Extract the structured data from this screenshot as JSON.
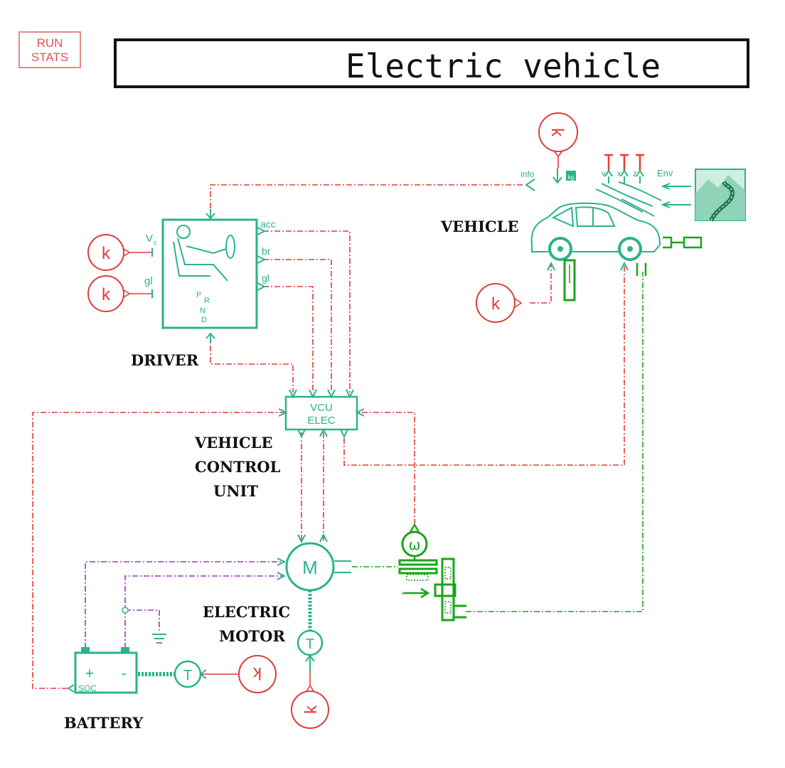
{
  "run_stats": {
    "line1": "RUN",
    "line2": "STATS"
  },
  "title": "Electric vehicle",
  "labels": {
    "driver": "DRIVER",
    "vehicle": "VEHICLE",
    "vcu_line1": "VEHICLE",
    "vcu_line2": "CONTROL",
    "vcu_line3": "UNIT",
    "motor_line1": "ELECTRIC",
    "motor_line2": "MOTOR",
    "battery": "BATTERY"
  },
  "driver_ports": {
    "vc": "V",
    "vc_sub": "c",
    "gl_in": "gl",
    "acc": "acc",
    "br": "br",
    "gl_out": "gl",
    "p": "P",
    "r": "R",
    "n": "N",
    "d": "D"
  },
  "vcu": {
    "line1": "VCU",
    "line2": "ELEC"
  },
  "vehicle_ports": {
    "info": "info",
    "kg": "kg",
    "v": "v",
    "x": "x",
    "z": "z",
    "env": "Env"
  },
  "motor": {
    "symbol": "M"
  },
  "battery_ports": {
    "plus": "+",
    "minus": "-",
    "soc": "SOC"
  },
  "sensors": {
    "omega": "ω",
    "torque": "T",
    "temp": "T"
  },
  "constants": {
    "k": "k"
  },
  "colors": {
    "component": "#2bb38c",
    "signal": "#e23b3b",
    "mechanical": "#1aa51a",
    "electrical": "#9b38b8",
    "title_border": "#111111"
  }
}
